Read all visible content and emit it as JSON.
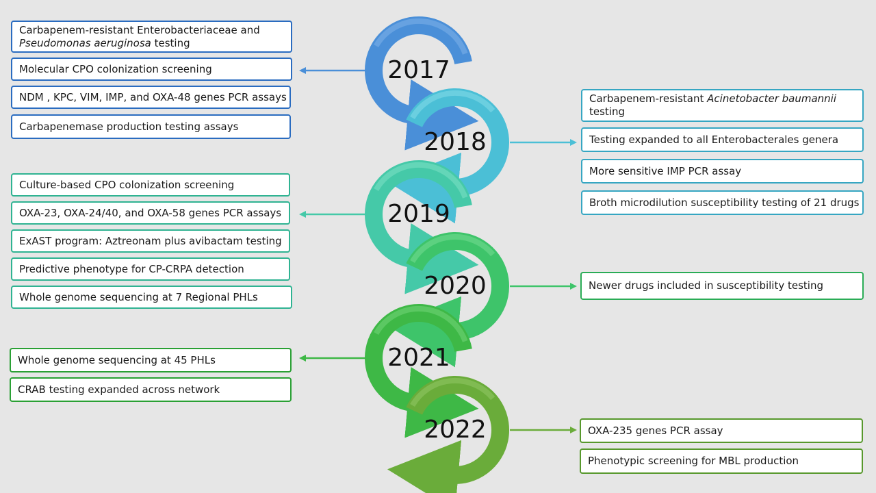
{
  "years": [
    {
      "id": "2017",
      "label": "2017",
      "color": "#4a8fd8",
      "light": "#7fb2ea",
      "dark": "#2a6cc0",
      "items": [
        {
          "line1": "Carbapenem-resistant Enterobacteriaceae and",
          "line2_italic": "Pseudomonas aeruginosa",
          "line2_rest": " testing"
        },
        {
          "text": "Molecular CPO colonization screening"
        },
        {
          "text": "NDM , KPC, VIM, IMP, and OXA-48  genes PCR assays"
        },
        {
          "text": "Carbapenemase production testing assays"
        }
      ]
    },
    {
      "id": "2018",
      "label": "2018",
      "color": "#4bbfd6",
      "light": "#86dcea",
      "dark": "#36a6c2",
      "items": [
        {
          "line1_pre": "Carbapenem-resistant ",
          "line1_italic": "Acinetobacter baumannii",
          "line2": "testing"
        },
        {
          "text": "Testing expanded to all Enterobacterales genera"
        },
        {
          "text": "More sensitive IMP PCR assay"
        },
        {
          "text": "Broth microdilution susceptibility testing of 21 drugs"
        }
      ]
    },
    {
      "id": "2019",
      "label": "2019",
      "color": "#45c9a8",
      "light": "#7ee0c4",
      "dark": "#2fb392",
      "items": [
        {
          "text": "Culture-based CPO colonization screening"
        },
        {
          "text": "OXA-23, OXA-24/40,  and OXA-58 genes PCR assays"
        },
        {
          "text": "ExAST program: Aztreonam plus avibactam testing"
        },
        {
          "text": "Predictive phenotype for CP-CRPA detection"
        },
        {
          "text": "Whole genome sequencing at 7 Regional PHLs"
        }
      ]
    },
    {
      "id": "2020",
      "label": "2020",
      "color": "#3ec46a",
      "light": "#74dc92",
      "dark": "#2aac56",
      "items": [
        {
          "text": "Newer drugs included in susceptibility testing"
        }
      ]
    },
    {
      "id": "2021",
      "label": "2021",
      "color": "#3eb846",
      "light": "#72d67a",
      "dark": "#2aa034",
      "items": [
        {
          "text": "Whole genome sequencing at 45 PHLs"
        },
        {
          "text": "CRAB testing expanded across network"
        }
      ]
    },
    {
      "id": "2022",
      "label": "2022",
      "color": "#6aac3a",
      "light": "#92c866",
      "dark": "#57982c",
      "items": [
        {
          "text": "OXA-235 genes PCR assay"
        },
        {
          "text": "Phenotypic screening for MBL production"
        }
      ]
    }
  ]
}
